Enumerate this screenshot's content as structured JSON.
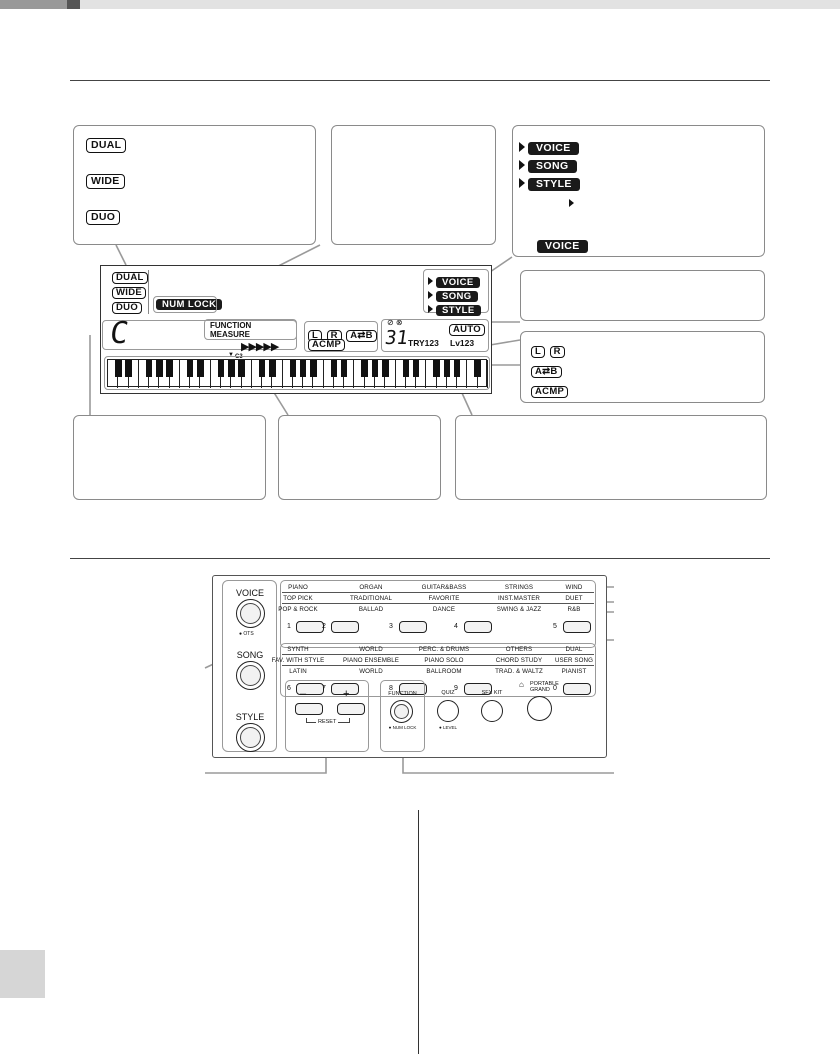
{
  "display_indicators": {
    "dual": "DUAL",
    "wide": "WIDE",
    "duo": "DUO",
    "num_lock": "NUM LOCK",
    "voice": "VOICE",
    "song": "SONG",
    "style": "STYLE",
    "function": "FUNCTION",
    "measure": "MEASURE",
    "l": "L",
    "r": "R",
    "ab": "A⇄B",
    "acmp": "ACMP",
    "auto": "AUTO",
    "segment_left": "C",
    "segment_right": "31",
    "try": "TRY123",
    "level": "Lv123",
    "c3": "C3"
  },
  "panel": {
    "voice_button": "VOICE",
    "song_button": "SONG",
    "style_button": "STYLE",
    "ots": "OTS",
    "rows": {
      "voice": [
        "PIANO",
        "ORGAN",
        "GUITAR&BASS",
        "STRINGS",
        "WIND"
      ],
      "song": [
        "TOP PICK",
        "TRADITIONAL",
        "FAVORITE",
        "INST.MASTER",
        "DUET"
      ],
      "style": [
        "POP & ROCK",
        "BALLAD",
        "DANCE",
        "SWING & JAZZ",
        "R&B"
      ],
      "voice2": [
        "SYNTH",
        "WORLD",
        "PERC. & DRUMS",
        "OTHERS",
        "DUAL"
      ],
      "song2": [
        "FAV. WITH STYLE",
        "PIANO ENSEMBLE",
        "PIANO SOLO",
        "CHORD STUDY",
        "USER SONG"
      ],
      "style2": [
        "LATIN",
        "WORLD",
        "BALLROOM",
        "TRAD. & WALTZ",
        "PIANIST"
      ]
    },
    "numbers_top": [
      "1",
      "2",
      "3",
      "4",
      "5"
    ],
    "numbers_bottom": [
      "6",
      "7",
      "8",
      "9",
      "0"
    ],
    "minus": "–",
    "plus": "+",
    "reset": "RESET",
    "function_button": "FUNCTION",
    "num_lock": "NUM LOCK",
    "quiz_button": "QUIZ",
    "level": "LEVEL",
    "sfx_kit_button": "SFX KIT",
    "portable_grand_line1": "PORTABLE",
    "portable_grand_line2": "GRAND"
  },
  "colors": {
    "badge": "#1a1a1a",
    "callout_border": "#8a8a8a",
    "side_tab": "#d6d6d6"
  }
}
